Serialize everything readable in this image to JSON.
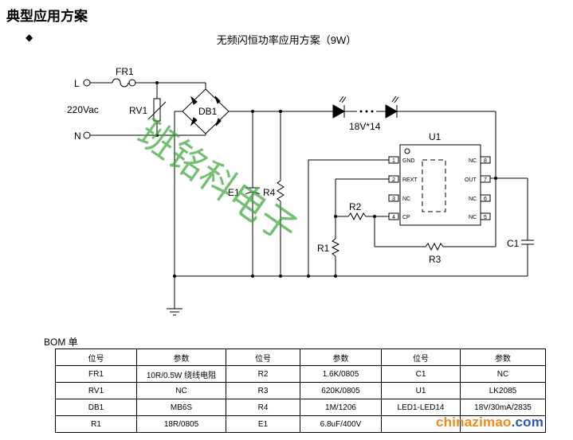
{
  "title": "典型应用方案",
  "bullet": "◆",
  "subtitle": "无频闪恒功率应用方案（9W）",
  "circuit": {
    "labels": {
      "L": "L",
      "N": "N",
      "FR1": "FR1",
      "RV1": "RV1",
      "vac": "220Vac",
      "DB1": "DB1",
      "E1": "E1",
      "R4": "R4",
      "R2": "R2",
      "R1": "R1",
      "R3": "R3",
      "C1": "C1",
      "U1": "U1",
      "leds": "18V*14"
    },
    "ic_pins_left": [
      {
        "num": "1",
        "name": "GND"
      },
      {
        "num": "2",
        "name": "REXT"
      },
      {
        "num": "3",
        "name": "NC"
      },
      {
        "num": "4",
        "name": "CP"
      }
    ],
    "ic_pins_right": [
      {
        "num": "8",
        "name": "NC"
      },
      {
        "num": "7",
        "name": "OUT"
      },
      {
        "num": "6",
        "name": "NC"
      },
      {
        "num": "5",
        "name": "NC"
      }
    ],
    "watermark": "班铭科电子"
  },
  "bom": {
    "title": "BOM 单",
    "header": [
      "位号",
      "参数",
      "位号",
      "参数",
      "位号",
      "参数"
    ],
    "rows": [
      [
        "FR1",
        "10R/0.5W 绕线电阻",
        "R2",
        "1.6K/0805",
        "C1",
        "NC"
      ],
      [
        "RV1",
        "NC",
        "R3",
        "620K/0805",
        "U1",
        "LK2085"
      ],
      [
        "DB1",
        "MB6S",
        "R4",
        "1M/1206",
        "LED1-LED14",
        "18V/30mA/2835"
      ],
      [
        "R1",
        "18R/0805",
        "E1",
        "6.8uF/400V",
        "",
        ""
      ]
    ]
  },
  "site": {
    "brand": "chinazimao",
    "tld": ".com"
  }
}
